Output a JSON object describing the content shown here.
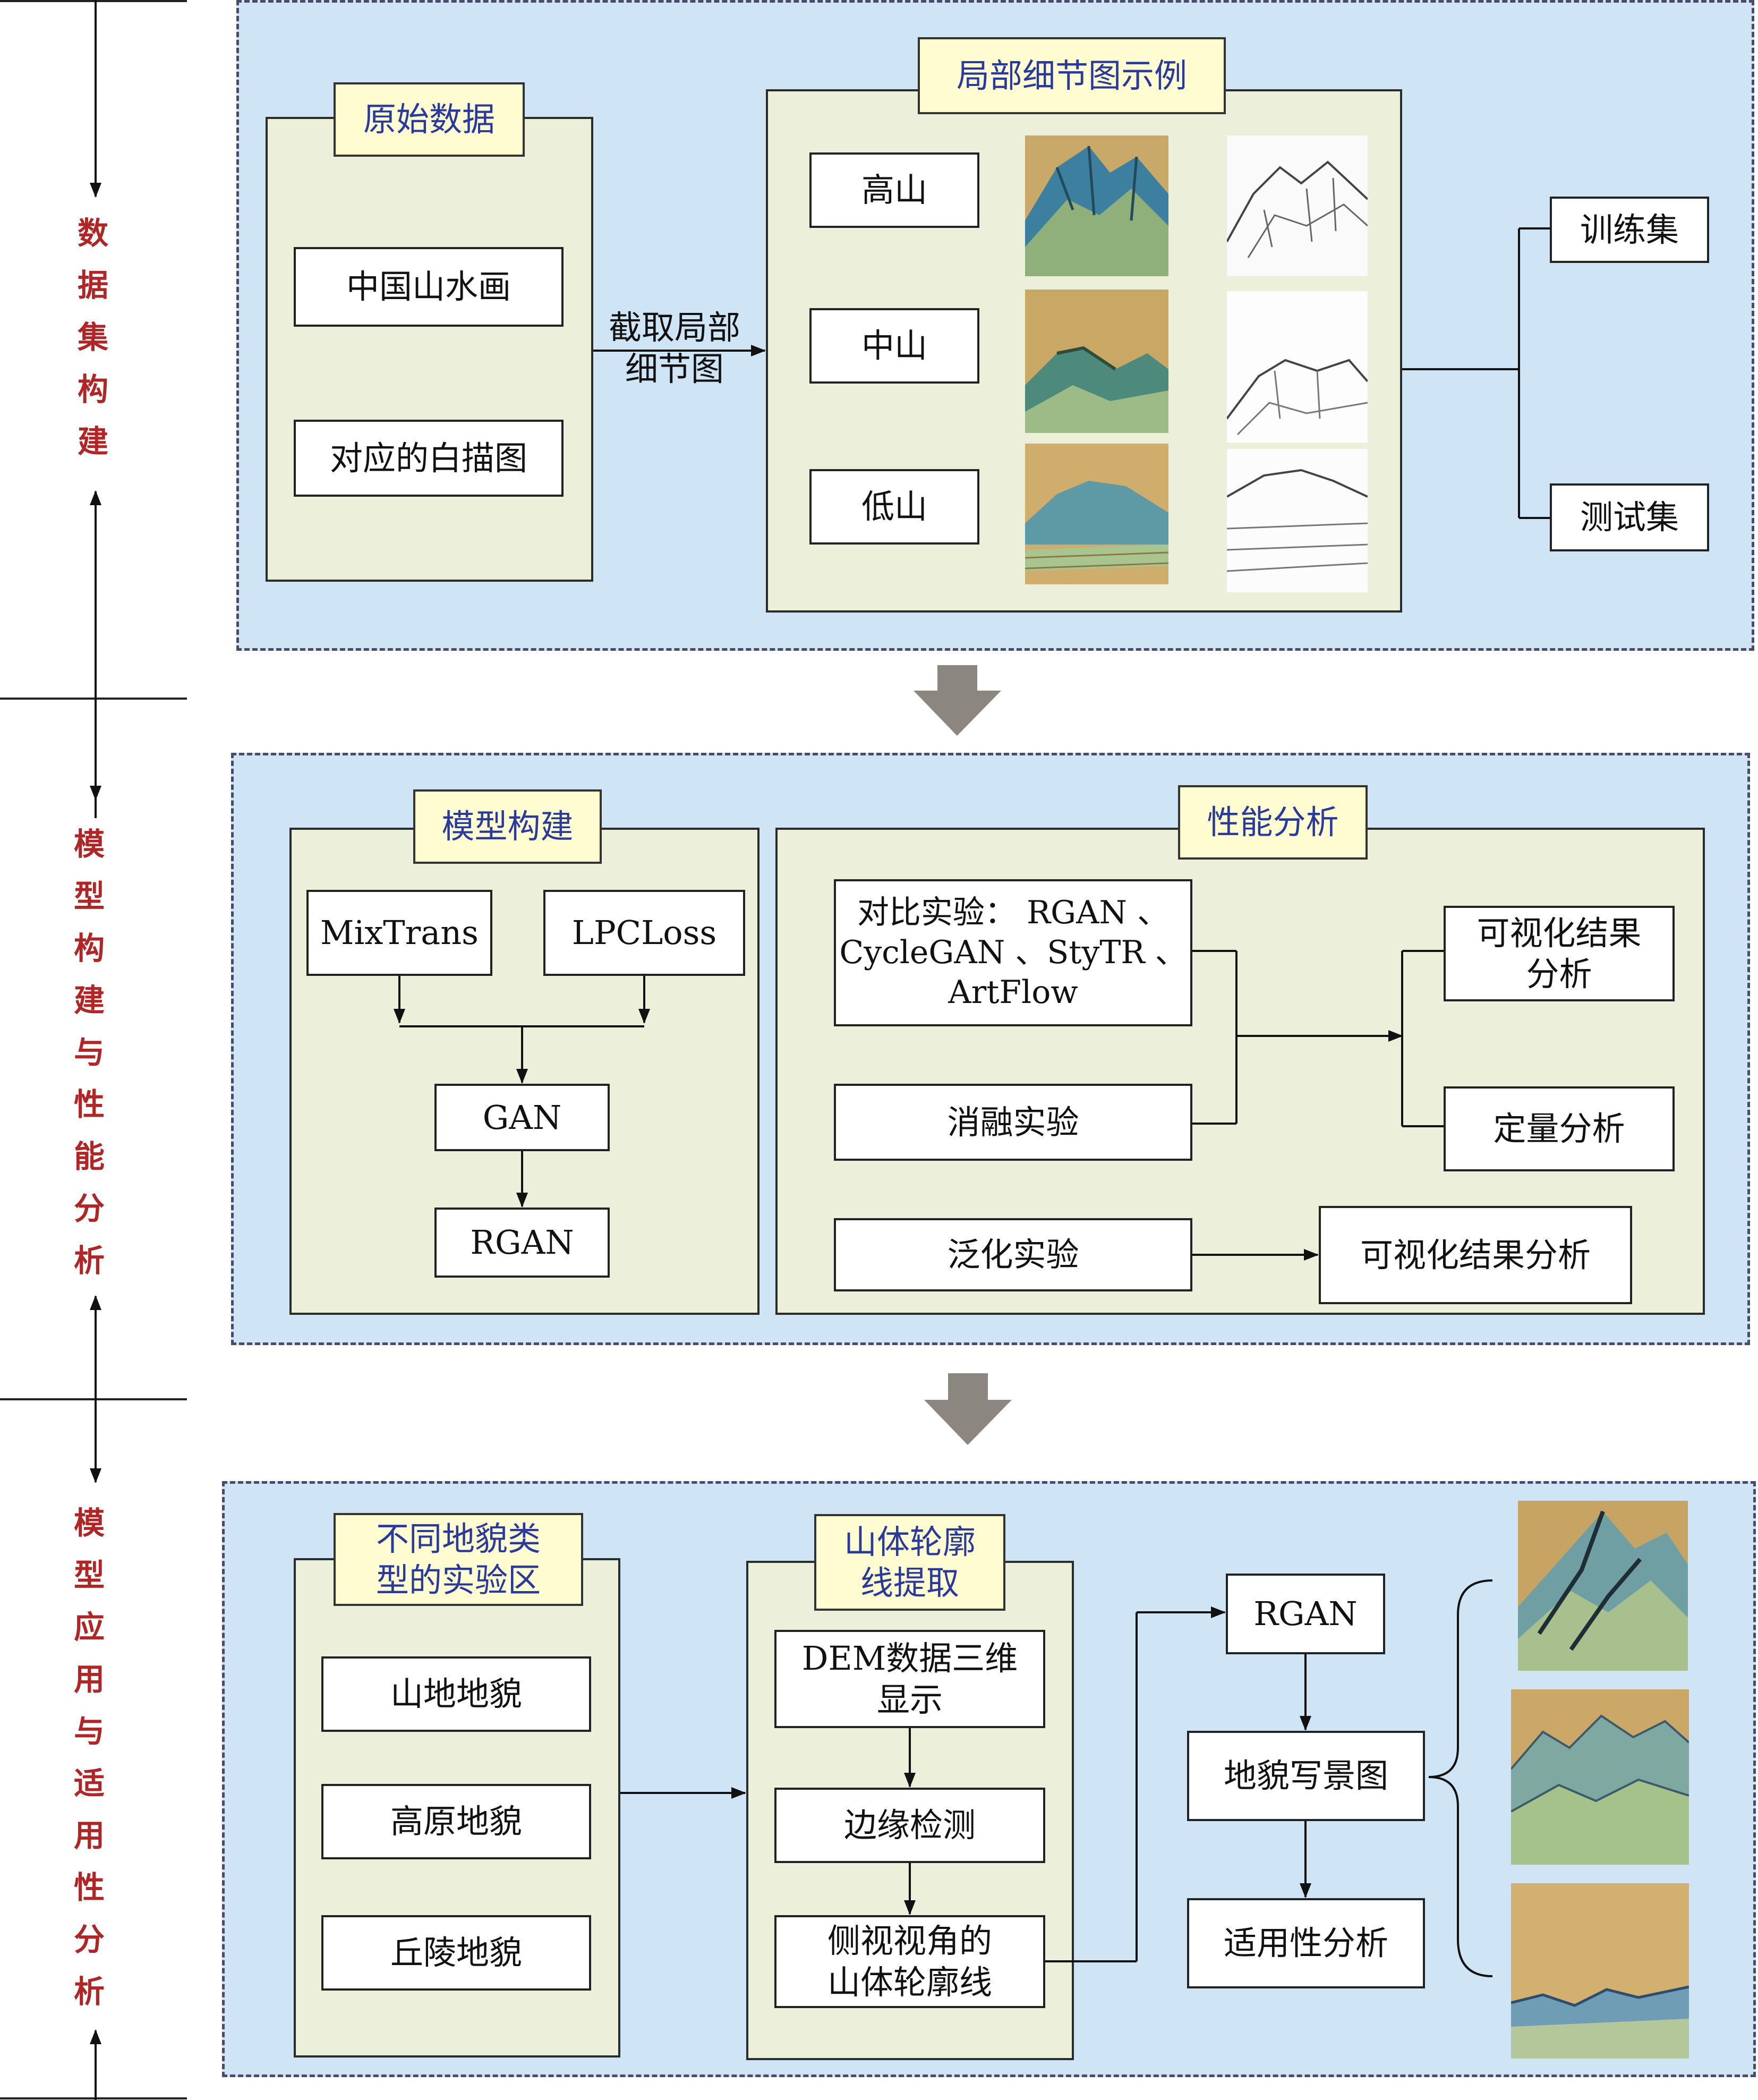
{
  "sidebar": {
    "stage1": "数据集构建",
    "stage2": "模型构建与性能分析",
    "stage3": "模型应用与适用性分析"
  },
  "section1": {
    "raw_title": "原始数据",
    "raw_items": [
      "中国山水画",
      "对应的白描图"
    ],
    "crop_label": "截取局部\n细节图",
    "detail_title": "局部细节图示例",
    "detail_rows": [
      "高山",
      "中山",
      "低山"
    ],
    "split": [
      "训练集",
      "测试集"
    ]
  },
  "section2": {
    "model_title": "模型构建",
    "model_inputs": [
      "MixTrans",
      "LPCLoss"
    ],
    "model_gan": "GAN",
    "model_rgan": "RGAN",
    "perf_title": "性能分析",
    "contrast": "对比实验： RGAN 、\nCycleGAN 、StyTR 、\nArtFlow",
    "ablation": "消融实验",
    "generalization": "泛化实验",
    "vis_result": "可视化结果\n分析",
    "quant": "定量分析",
    "vis_result2": "可视化结果分析"
  },
  "section3": {
    "terrain_title": "不同地貌类\n型的实验区",
    "terrain_items": [
      "山地地貌",
      "高原地貌",
      "丘陵地貌"
    ],
    "contour_title": "山体轮廓\n线提取",
    "contour_steps": [
      "DEM数据三维\n显示",
      "边缘检测",
      "侧视视角的\n山体轮廓线"
    ],
    "rgan": "RGAN",
    "landscape": "地貌写景图",
    "applicability": "适用性分析"
  },
  "colors": {
    "panel_bg": "#cfe4f4",
    "sub_bg": "#ecefd9",
    "title_bg": "#fffcd2",
    "title_text": "#2a3a9a",
    "side_text": "#b02525",
    "arrow_gray": "#8c8680"
  }
}
